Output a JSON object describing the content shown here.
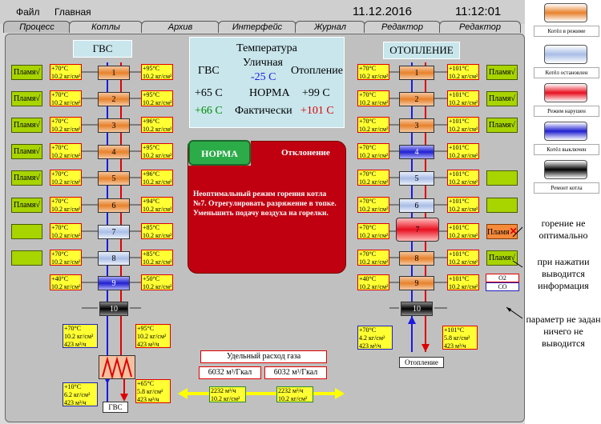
{
  "menu": {
    "file": "Файл",
    "home": "Главная"
  },
  "clock": {
    "date": "11.12.2016",
    "time": "11:12:01"
  },
  "tabs": [
    "Процесс",
    "Котлы",
    "Архив",
    "Интерфейс",
    "Журнал",
    "Редактор",
    "Редактор"
  ],
  "gvs_title": "ГВС",
  "heating_title": "ОТОПЛЕНИЕ",
  "temperature": {
    "title": "Температура",
    "gvs_label": "ГВС",
    "outdoor_label": "Уличная",
    "outdoor_value": "-25 С",
    "heating_label": "Отопление",
    "norm_gvs": "+65 С",
    "norm_label": "НОРМА",
    "norm_heat": "+99 С",
    "actual_gvs": "+66 С",
    "actual_label": "Фактически",
    "actual_heat": "+101 С"
  },
  "status": {
    "norm_button": "НОРМА",
    "deviation_title": "Отклонение",
    "deviation_text": "Неоптимальный режим горения котла №7. Отрегулировать разряжение в топке. Уменьшить подачу воздуха на горелки."
  },
  "flame_label": "Пламя",
  "flame_check": "√",
  "gvs_rows": [
    {
      "n": "1",
      "in_t": "+70°С",
      "in_p": "10.2 кг/см²",
      "out_t": "+95°С",
      "out_p": "10.2 кг/см²",
      "state": "normal",
      "flame": true
    },
    {
      "n": "2",
      "in_t": "+70°С",
      "in_p": "10.2 кг/см²",
      "out_t": "+95°С",
      "out_p": "10.2 кг/см²",
      "state": "normal",
      "flame": true
    },
    {
      "n": "3",
      "in_t": "+70°С",
      "in_p": "10.2 кг/см²",
      "out_t": "+96°С",
      "out_p": "10.2 кг/см²",
      "state": "normal",
      "flame": true
    },
    {
      "n": "4",
      "in_t": "+70°С",
      "in_p": "10.2 кг/см²",
      "out_t": "+95°С",
      "out_p": "10.2 кг/см²",
      "state": "normal",
      "flame": true
    },
    {
      "n": "5",
      "in_t": "+70°С",
      "in_p": "10.2 кг/см²",
      "out_t": "+96°С",
      "out_p": "10.2 кг/см²",
      "state": "normal",
      "flame": true
    },
    {
      "n": "6",
      "in_t": "+70°С",
      "in_p": "10.2 кг/см²",
      "out_t": "+94°С",
      "out_p": "10.2 кг/см²",
      "state": "normal",
      "flame": true
    },
    {
      "n": "7",
      "in_t": "+70°С",
      "in_p": "10.2 кг/см²",
      "out_t": "+85°С",
      "out_p": "10.2 кг/см²",
      "state": "stopped",
      "flame": false
    },
    {
      "n": "8",
      "in_t": "+70°С",
      "in_p": "10.2 кг/см²",
      "out_t": "+85°С",
      "out_p": "10.2 кг/см²",
      "state": "stopped",
      "flame": false
    },
    {
      "n": "9",
      "in_t": "+40°С",
      "in_p": "10.2 кг/см²",
      "out_t": "+50°С",
      "out_p": "10.2 кг/см²",
      "state": "off",
      "flame": null
    },
    {
      "n": "10",
      "state": "repair"
    }
  ],
  "heat_rows": [
    {
      "n": "1",
      "in_t": "+70°С",
      "in_p": "10.2 кг/см²",
      "out_t": "+101°С",
      "out_p": "10.2 кг/см²",
      "state": "normal",
      "flame": "ok"
    },
    {
      "n": "2",
      "in_t": "+70°С",
      "in_p": "10.2 кг/см²",
      "out_t": "+101°С",
      "out_p": "10.2 кг/см²",
      "state": "normal",
      "flame": "ok"
    },
    {
      "n": "3",
      "in_t": "+70°С",
      "in_p": "10.2 кг/см²",
      "out_t": "+101°С",
      "out_p": "10.2 кг/см²",
      "state": "normal",
      "flame": "ok"
    },
    {
      "n": "4",
      "in_t": "+70°С",
      "in_p": "10.2 кг/см²",
      "out_t": "+101°С",
      "out_p": "10.2 кг/см²",
      "state": "off",
      "flame": "none"
    },
    {
      "n": "5",
      "in_t": "+70°С",
      "in_p": "10.2 кг/см²",
      "out_t": "+101°С",
      "out_p": "10.2 кг/см²",
      "state": "stopped",
      "flame": "empty"
    },
    {
      "n": "6",
      "in_t": "+70°С",
      "in_p": "10.2 кг/см²",
      "out_t": "+101°С",
      "out_p": "10.2 кг/см²",
      "state": "stopped",
      "flame": "empty"
    },
    {
      "n": "7",
      "in_t": "+70°С",
      "in_p": "10.2 кг/см²",
      "out_t": "+101°С",
      "out_p": "10.2 кг/см²",
      "state": "violation",
      "flame": "alert"
    },
    {
      "n": "8",
      "in_t": "+70°С",
      "in_p": "10.2 кг/см²",
      "out_t": "+101°С",
      "out_p": "10.2 кг/см²",
      "state": "normal",
      "flame": "ok"
    },
    {
      "n": "9",
      "in_t": "+40°С",
      "in_p": "10.2 кг/см²",
      "out_t": "+101°С",
      "out_p": "10.2 кг/см²",
      "state": "normal",
      "flame": "gas"
    },
    {
      "n": "10",
      "state": "repair"
    }
  ],
  "gas_labels": {
    "o2": "О2",
    "co": "СО"
  },
  "gvs_summary": {
    "in_t": "+70°С",
    "in_p": "10.2 кг/см²",
    "in_f": "423 м³/ч",
    "out_t": "+95°С",
    "out_p": "10.2 кг/см²",
    "out_f": "423 м³/ч",
    "ret_t": "+10°С",
    "ret_p": "6.2 кг/см²",
    "ret_f": "423 м³/ч",
    "sup_t": "+65°С",
    "sup_p": "5.8 кг/см²",
    "sup_f": "423 м³/ч",
    "label": "ГВС"
  },
  "heat_summary": {
    "in_t": "+70°С",
    "in_p": "4.2 кг/см²",
    "in_f": "423 м³/ч",
    "out_t": "+101°С",
    "out_p": "5.8 кг/см²",
    "out_f": "423 м³/ч",
    "label": "Отопление"
  },
  "gas": {
    "title": "Удельный расход газа",
    "left": "6032 м³/Гкал",
    "right": "6032 м³/Гкал",
    "flow_a_top": "2232 м³/ч",
    "flow_a_bot": "10.2 кг/см²",
    "flow_b_top": "2232 м³/ч",
    "flow_b_bot": "10.2 кг/см²"
  },
  "legend": [
    {
      "label": "Котёл в режиме",
      "color": "#e8822c"
    },
    {
      "label": "Котёл остановлен",
      "color": "#a9bde6"
    },
    {
      "label": "Режим нарушен",
      "color": "#e81020"
    },
    {
      "label": "Котёл выключен",
      "color": "#2020d0"
    },
    {
      "label": "Ремонт котла",
      "color": "#000000"
    }
  ],
  "notes": {
    "n1": "горение не оптимально",
    "n2": "при нажатии выводится информация",
    "n3": "параметр не задан ничего не выводится"
  },
  "colors": {
    "hot": "#e00000",
    "cold": "#1a1ae0",
    "flow": "#ffff00"
  }
}
